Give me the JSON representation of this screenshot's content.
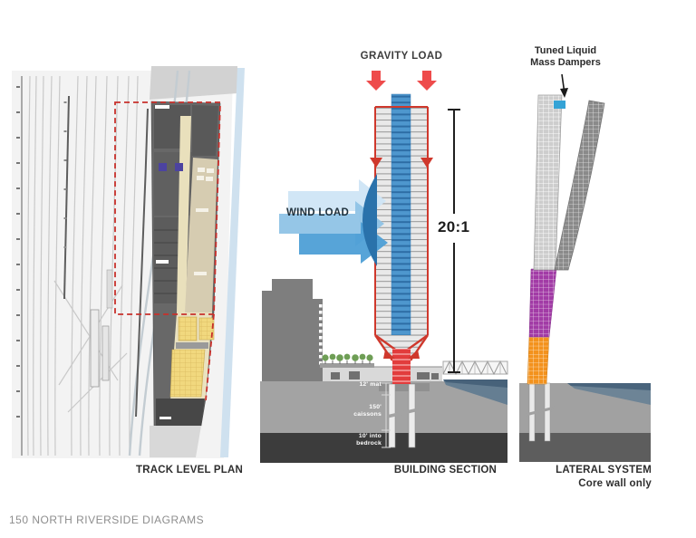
{
  "page": {
    "caption": "150 NORTH RIVERSIDE DIAGRAMS"
  },
  "panels": {
    "track_plan": {
      "label": "TRACK LEVEL PLAN"
    },
    "building_section": {
      "label": "BUILDING SECTION",
      "gravity_load_label": "GRAVITY LOAD",
      "wind_load_label": "WIND LOAD",
      "aspect_ratio_label": "20:1",
      "foundation": {
        "mat": "12' mat",
        "caissons_line1": "150'",
        "caissons_line2": "caissons",
        "bedrock_line1": "10' into",
        "bedrock_line2": "bedrock"
      }
    },
    "lateral_system": {
      "label": "LATERAL SYSTEM",
      "sublabel": "Core wall only",
      "damper_label_line1": "Tuned Liquid",
      "damper_label_line2": "Mass Dampers"
    }
  },
  "colors": {
    "load_red": "#ee4b4b",
    "frame_red": "#cf382c",
    "core_red": "#e23c3c",
    "core_blue": "#4e97ce",
    "wind_blue": "#4e9fd6",
    "damper_blue": "#35a3d6",
    "purple": "#a23ba6",
    "orange": "#f3921d",
    "water_blue": "#657e92",
    "river_plan_blue": "#cfe1ef",
    "soil_gray": "#a3a3a3",
    "bedrock_dark": "#3c3c3c",
    "plan_yellow": "#f1d87e",
    "plan_cream": "#e9e0bc",
    "boundary_red": "#c8302b"
  }
}
